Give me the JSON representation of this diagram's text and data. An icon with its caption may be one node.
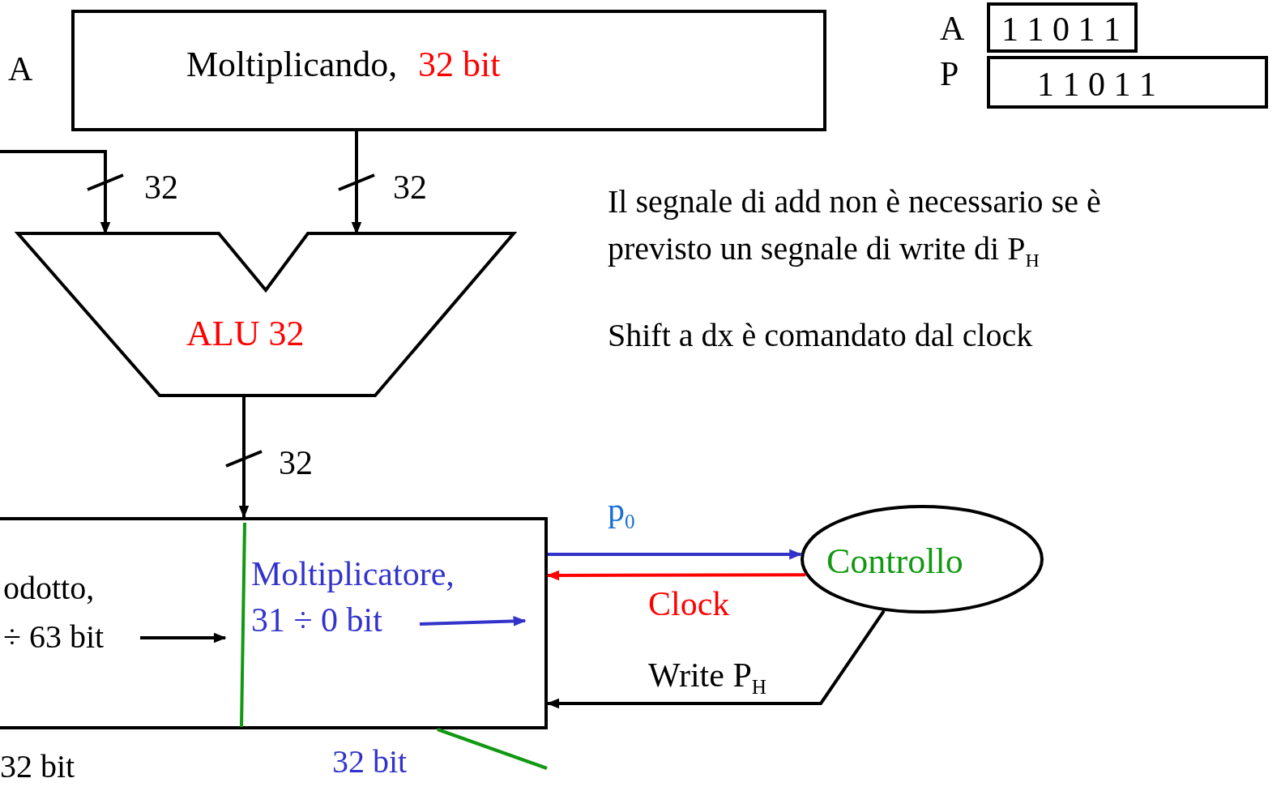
{
  "diagram": {
    "nodes": [
      {
        "text": [
          "Moltiplicando,",
          "32 bit"
        ]
      },
      {
        "text": [
          "ALU 32"
        ]
      },
      {
        "text": [
          "odotto,",
          "÷ 63 bit",
          "Moltiplicatore, 31 ÷ 0 bit"
        ],
        "beside": [
          "32 bit",
          "32 bit"
        ]
      },
      {
        "text": [
          "Controllo"
        ]
      },
      {
        "text": [
          "1 1 0 1 1"
        ],
        "beside": [
          "A"
        ]
      },
      {
        "text": [
          "1 1 0 1 1"
        ],
        "beside": [
          "P"
        ]
      }
    ],
    "edges": [
      {
        "from": null,
        "to": 1,
        "arrow": "to",
        "label": "32"
      },
      {
        "from": 0,
        "to": 1,
        "arrow": "to",
        "label": "32"
      },
      {
        "from": 1,
        "to": 2,
        "arrow": "to",
        "label": "32"
      },
      {
        "from": 2,
        "to": 3,
        "arrow": "to",
        "label": "p$_{0}$",
        "color": "#3333cc"
      },
      {
        "from": 3,
        "to": 2,
        "arrow": "to",
        "label": "Clock",
        "color": "#ff0000"
      },
      {
        "from": 3,
        "to": 2,
        "arrow": "to",
        "label": "Write P$_{H}$"
      },
      {
        "from": 2,
        "to": null,
        "arrow": "none",
        "color": "#119911"
      }
    ],
    "labels": [
      "A",
      "Il segnale di add non è necessario se è previsto un segnale di write di P$_{H}$",
      "Shift a dx è comandato dal clock"
    ]
  }
}
